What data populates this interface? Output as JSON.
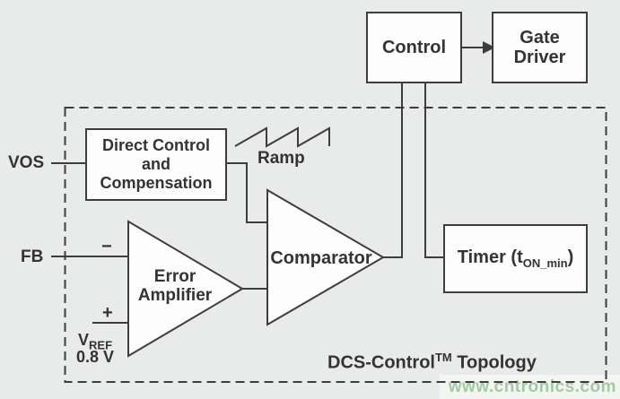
{
  "diagram": {
    "title": {
      "prefix": "DCS-Control",
      "sup": "TM",
      "suffix": " Topology"
    },
    "blocks": {
      "control": "Control",
      "gate_driver": "Gate\nDriver",
      "direct_control": "Direct Control\nand\nCompensation",
      "error_amplifier": "Error\nAmplifier",
      "comparator": "Comparator",
      "timer": {
        "prefix": "Timer (t",
        "sub": "ON_min",
        "suffix": ")"
      }
    },
    "labels": {
      "vos": "VOS",
      "fb": "FB",
      "ramp": "Ramp",
      "minus": "−",
      "plus": "+",
      "vref_main": "V",
      "vref_sub": "REF",
      "vref_value": "0.8 V"
    },
    "colors": {
      "background": "#e9eaea",
      "line": "#3d3d3d",
      "box_fill": "#fdfdfd",
      "text": "#333333",
      "watermark_text": "#a3cba3",
      "watermark_background": "#f3f5f2"
    }
  },
  "watermark": {
    "text": "www.cntronics.com"
  }
}
